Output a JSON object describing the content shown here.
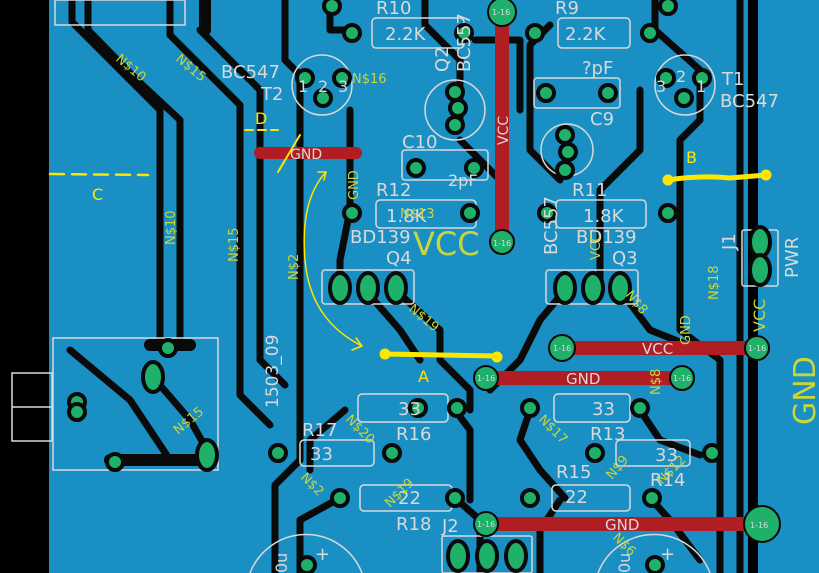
{
  "colors": {
    "board": "#1a8fc4",
    "trace": "#0a0a0a",
    "silk": "#d9d9d9",
    "net": "#c8d63c",
    "pad": "#1fb06a",
    "wire_top": "#b01d22",
    "annot": "#ffe600"
  },
  "components": {
    "r10": {
      "ref": "R10",
      "value": "2.2K"
    },
    "r9": {
      "ref": "R9",
      "value": "2.2K"
    },
    "q2": {
      "ref": "Q2",
      "part": "BC557"
    },
    "t2": {
      "ref": "T2",
      "part": "BC547"
    },
    "t1": {
      "ref": "T1",
      "part": "BC547"
    },
    "c10": {
      "ref": "C10",
      "value": "2pF"
    },
    "c9": {
      "ref": "C9",
      "value": "?pF"
    },
    "r12": {
      "ref": "R12",
      "value": "1.8K"
    },
    "r11": {
      "ref": "R11",
      "value": "1.8K"
    },
    "q4": {
      "ref": "Q4",
      "part": "BD139"
    },
    "q3": {
      "ref": "Q3",
      "part": "BD139"
    },
    "q1_part": "BC557",
    "r17": {
      "ref": "R17",
      "value": "33"
    },
    "r16": {
      "ref": "R16",
      "value": "33"
    },
    "r13": {
      "ref": "R13",
      "value": "33"
    },
    "r14": {
      "ref": "R14",
      "value": "33"
    },
    "r18": {
      "ref": "R18",
      "value": "22"
    },
    "r15": {
      "ref": "R15",
      "value": "22"
    },
    "j1": {
      "ref": "J1",
      "label": "PWR"
    },
    "j2": {
      "ref": "J2"
    },
    "cap_left_value": "0u",
    "cap_right_value": "0u",
    "pin_1": "1",
    "pin_2": "2",
    "pin_3": "3",
    "plus": "+"
  },
  "nets": {
    "n10a": "N$10",
    "n15a": "N$15",
    "n16": "N$16",
    "n13": "N$13",
    "n10b": "N$10",
    "n15b": "N$15",
    "n2": "N$2",
    "n19": "N$19",
    "n18": "N$18",
    "n8": "N$8",
    "n8b": "N$8",
    "n15c": "N$15",
    "n20": "N$20",
    "n17": "N$17",
    "n9": "N$9",
    "n12": "N$12",
    "n2b": "N$2",
    "n19b": "N$19",
    "n6": "N$6",
    "gnd_small": "GND",
    "gnd_small2": "GND",
    "vcc_small": "VCC",
    "vcc_q3": "VCC",
    "vcc_j1": "VCC"
  },
  "labels": {
    "vcc_big": "VCC",
    "gnd_big": "GND",
    "board_id": "1503_09"
  },
  "wires": {
    "vcc_vertical": "VCC",
    "gnd_left": "GND",
    "vcc_mid": "VCC",
    "gnd_mid": "GND",
    "gnd_bottom": "GND",
    "via_tag": "1-16"
  },
  "annotations": {
    "a": "A",
    "b": "B",
    "c": "C",
    "d": "D"
  }
}
